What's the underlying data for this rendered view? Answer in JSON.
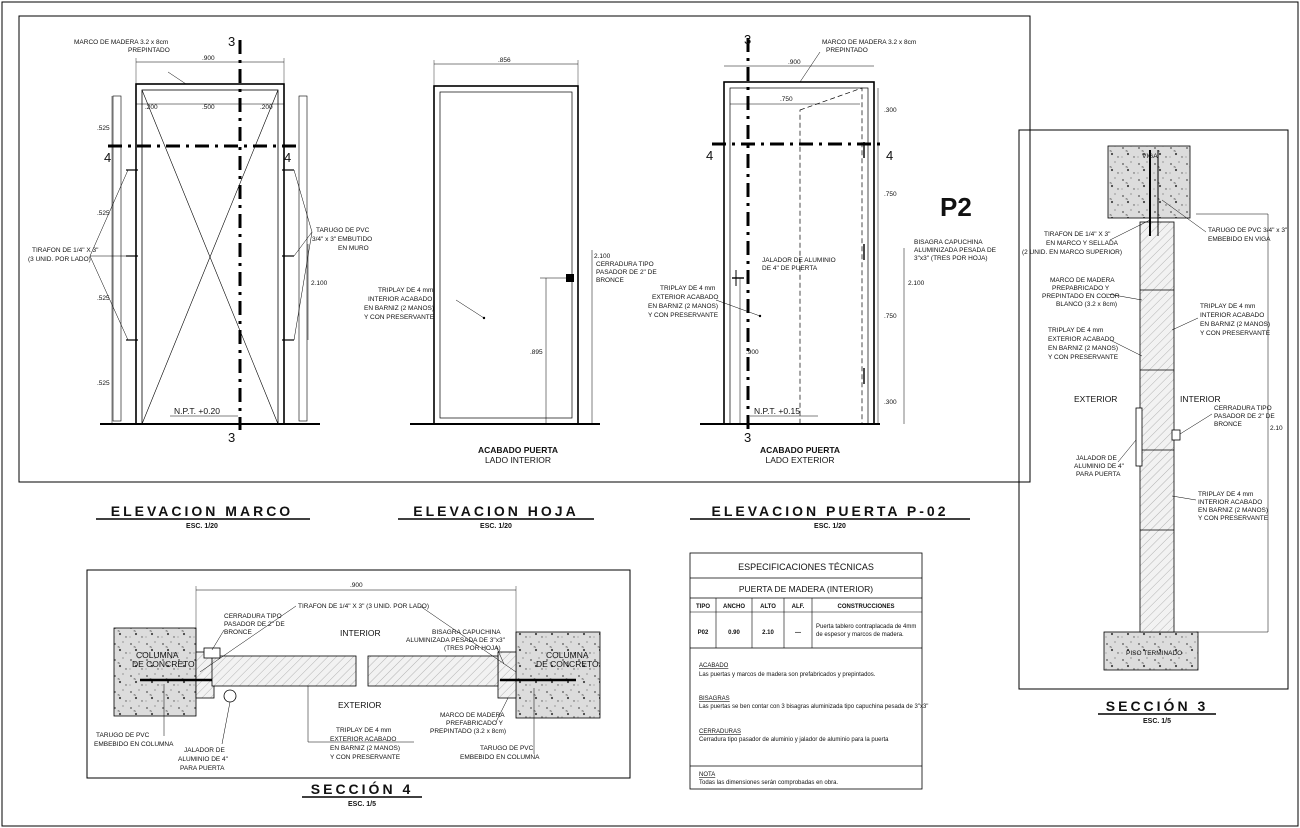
{
  "page": {
    "tag": "P2",
    "cut3": "3",
    "cut4": "4"
  },
  "marco": {
    "title": "ELEVACION MARCO",
    "scale": "ESC. 1/20",
    "note_frame": [
      "MARCO DE MADERA 3.2 x 8cm",
      "PREPINTADO"
    ],
    "note_left": [
      "TIRAFON DE 1/4\" X 3\"",
      "(3 UNID. POR LADO)"
    ],
    "note_right": [
      "TARUGO DE PVC",
      "3/4\" x 3\" EMBUTIDO",
      "EN MURO"
    ],
    "dims": {
      "w": ".900",
      "a": ".200",
      "b": ".500",
      "c": ".200",
      "v1": ".525",
      "v2": ".525",
      "v3": ".525",
      "v4": ".525",
      "h": "2.100"
    },
    "npt": "N.P.T. +0.20"
  },
  "hoja": {
    "title": "ELEVACION HOJA",
    "scale": "ESC. 1/20",
    "w": ".856",
    "note_lock": [
      "CERRADURA TIPO",
      "PASADOR DE 2\" DE",
      "BRONCE"
    ],
    "note_ply": [
      "TRIPLAY DE 4 mm",
      "INTERIOR ACABADO",
      "EN BARNIZ (2 MANOS)",
      "Y CON PRESERVANTE"
    ],
    "h": "2.100",
    "lock_h": ".895",
    "caption": [
      "ACABADO PUERTA",
      "LADO INTERIOR"
    ]
  },
  "puerta": {
    "title": "ELEVACION PUERTA P-02",
    "scale": "ESC. 1/20",
    "note_frame": [
      "MARCO DE MADERA 3.2 x 8cm",
      "PREPINTADO"
    ],
    "w": ".900",
    "w2": ".750",
    "note_pull": [
      "JALADOR DE ALUMINIO",
      "DE 4\" DE PUERTA"
    ],
    "note_ply": [
      "TRIPLAY DE 4 mm",
      "EXTERIOR ACABADO",
      "EN BARNIZ (2 MANOS)",
      "Y CON PRESERVANTE"
    ],
    "note_hinge": [
      "BISAGRA CAPUCHINA",
      "ALUMINIZADA PESADA DE",
      "3\"x3\" (TRES POR HOJA)"
    ],
    "d1": ".300",
    "d2": ".750",
    "d3": ".750",
    "d4": ".300",
    "h": "2.100",
    "pull_h": ".900",
    "npt": "N.P.T. +0.15",
    "caption": [
      "ACABADO PUERTA",
      "LADO EXTERIOR"
    ]
  },
  "sec3": {
    "title": "SECCIÓN 3",
    "scale": "ESC. 1/5",
    "viga": "VIGA",
    "piso": "PISO TERMINADO",
    "n1": [
      "TIRAFON DE 1/4\" X 3\"",
      "EN MARCO Y SELLADA",
      "(2 UNID. EN MARCO SUPERIOR)"
    ],
    "n2": [
      "TARUGO DE PVC 3/4\" x 3\"",
      "EMBEBIDO EN VIGA"
    ],
    "n3": [
      "MARCO DE MADERA",
      "PREPABRICADO Y",
      "PREPINTADO EN COLOR",
      "BLANCO (3.2 x 8cm)"
    ],
    "n4": [
      "TRIPLAY DE 4 mm",
      "INTERIOR ACABADO",
      "EN BARNIZ (2 MANOS)",
      "Y CON PRESERVANTE"
    ],
    "n5": [
      "TRIPLAY DE 4 mm",
      "EXTERIOR ACABADO",
      "EN BARNIZ (2 MANOS)",
      "Y CON PRESERVANTE"
    ],
    "exterior": "EXTERIOR",
    "interior": "INTERIOR",
    "n6": [
      "CERRADURA TIPO",
      "PASADOR DE 2\" DE",
      "BRONCE"
    ],
    "n7": [
      "JALADOR DE",
      "ALUMINIO DE 4\"",
      "PARA PUERTA"
    ],
    "n8": [
      "TRIPLAY DE 4 mm",
      "INTERIOR ACABADO",
      "EN BARNIZ (2 MANOS)",
      "Y CON PRESERVANTE"
    ],
    "h": "2.10"
  },
  "sec4": {
    "title": "SECCIÓN 4",
    "scale": "ESC. 1/5",
    "w": ".900",
    "tirafon": "TIRAFON DE 1/4\" X 3\" (3 UNID. POR LADO)",
    "col_l": [
      "COLUMNA",
      "DE CONCRETO"
    ],
    "col_r": [
      "COLUMNA",
      "DE CONCRETO"
    ],
    "lock": [
      "CERRADURA TIPO",
      "PASADOR DE 2\" DE",
      "BRONCE"
    ],
    "interior": "INTERIOR",
    "exterior": "EXTERIOR",
    "hinge": [
      "BISAGRA CAPUCHINA",
      "ALUMINIZADA PESADA DE 3\"x3\"",
      "(TRES POR HOJA)"
    ],
    "tarugo_l": [
      "TARUGO DE PVC",
      "EMBEBIDO EN COLUMNA"
    ],
    "pull": [
      "JALADOR DE",
      "ALUMINIO DE 4\"",
      "PARA PUERTA"
    ],
    "ply": [
      "TRIPLAY DE 4 mm",
      "EXTERIOR ACABADO",
      "EN BARNIZ (2 MANOS)",
      "Y CON PRESERVANTE"
    ],
    "frame": [
      "MARCO DE MADERA",
      "PREFABRICADO Y",
      "PREPINTADO (3.2 x 8cm)"
    ],
    "tarugo_r": [
      "TARUGO DE PVC",
      "EMBEBIDO EN COLUMNA"
    ]
  },
  "spec": {
    "title": "ESPECIFICACIONES TÉCNICAS",
    "subtitle": "PUERTA DE MADERA (INTERIOR)",
    "headers": [
      "TIPO",
      "ANCHO",
      "ALTO",
      "ALF.",
      "CONSTRUCCIONES"
    ],
    "row": [
      "P02",
      "0.90",
      "2.10",
      "—"
    ],
    "desc": [
      "Puerta tablero contraplacada de 4mm",
      "de espesor y marcos de madera."
    ],
    "acabado_h": "ACABADO",
    "acabado": "Las puertas y marcos de madera son prefabricados y prepintados.",
    "bisagras_h": "BISAGRAS",
    "bisagras": "Las puertas se ben contar con 3 bisagras aluminizada tipo capuchina pesada de 3\"x3\"",
    "cerraduras_h": "CERRADURAS",
    "cerraduras": "Cerradura tipo pasador de aluminio y jalador de aluminio para la puerta",
    "nota_h": "NOTA",
    "nota": "Todas las dimensiones serán comprobadas en obra."
  }
}
